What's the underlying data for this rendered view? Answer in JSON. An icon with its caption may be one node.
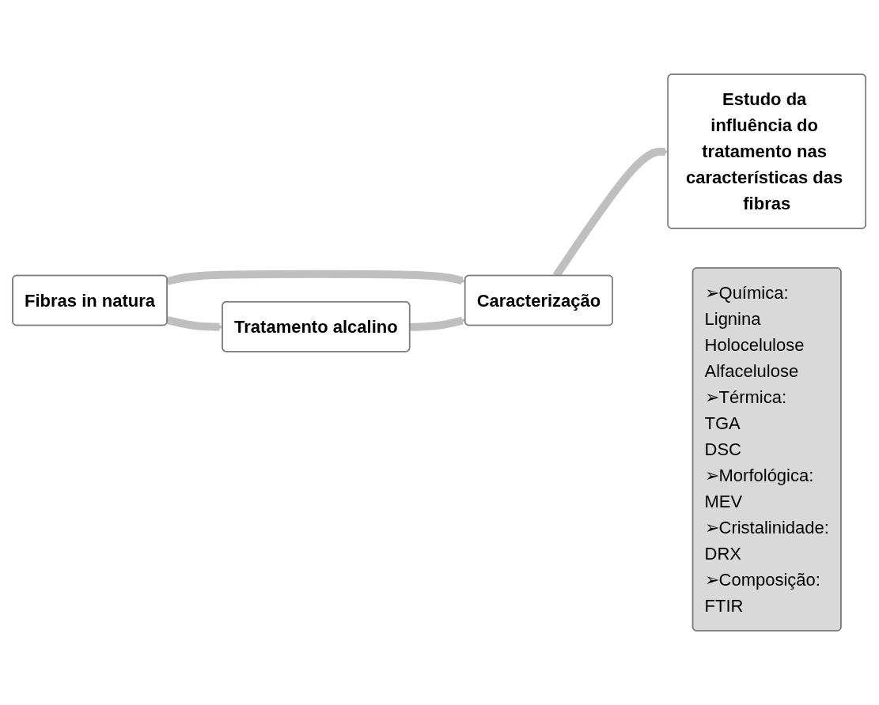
{
  "diagram": {
    "nodes": [
      {
        "text": [
          "Fibras in natura"
        ]
      },
      {
        "text": [
          "Tratamento alcalino"
        ]
      },
      {
        "text": [
          "Caracterização"
        ]
      },
      {
        "text": [
          "Estudo da influência do tratamento nas características das fibras"
        ]
      },
      {
        "text": [
          "➢Química:",
          "Lignina",
          "Holocelulose",
          "Alfacelulose",
          "➢Térmica:",
          "TGA",
          "DSC",
          "➢Morfológica:",
          "MEV",
          "➢Cristalinidade:",
          "DRX",
          "➢Composição:",
          "FTIR"
        ]
      }
    ],
    "edges": [
      {
        "from": 0,
        "to": 1,
        "arrow": "to"
      },
      {
        "from": 0,
        "to": 2,
        "arrow": "to"
      },
      {
        "from": 1,
        "to": 2,
        "arrow": "to"
      },
      {
        "from": 2,
        "to": 3,
        "arrow": "to"
      }
    ]
  }
}
